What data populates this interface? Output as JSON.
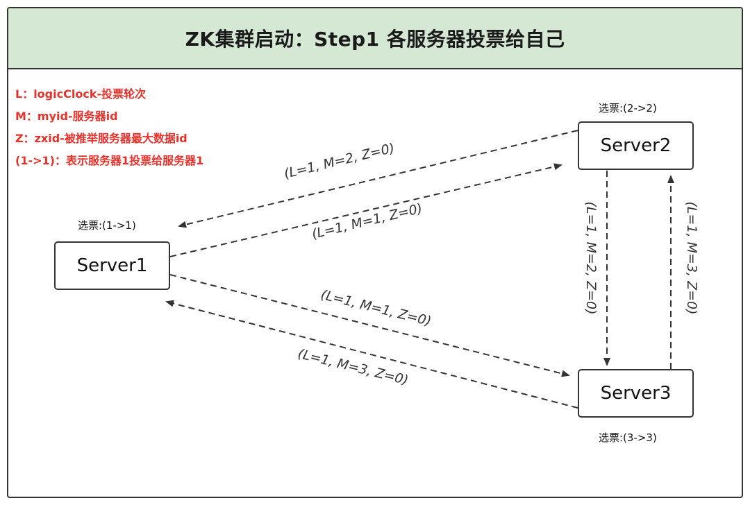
{
  "title": "ZK集群启动：Step1 各服务器投票给自己",
  "legend": [
    "L：logicClock-投票轮次",
    "M：myid-服务器id",
    "Z：zxid-被推举服务器最大数据id",
    "(1->1)：表示服务器1投票给服务器1"
  ],
  "servers": {
    "s1": {
      "name": "Server1",
      "vote": "选票:(1->1)"
    },
    "s2": {
      "name": "Server2",
      "vote": "选票:(2->2)"
    },
    "s3": {
      "name": "Server3",
      "vote": "选票:(3->3)"
    }
  },
  "messages": {
    "s2_to_s1": "(L=1, M=2, Z=0)",
    "s1_to_s2": "(L=1, M=1, Z=0)",
    "s1_to_s3": "(L=1, M=1, Z=0)",
    "s3_to_s1": "(L=1, M=3, Z=0)",
    "s2_to_s3": "(L=1, M=2, Z=0)",
    "s3_to_s2": "(L=1, M=3, Z=0)"
  },
  "colors": {
    "title_bg": "#d5e8d4",
    "legend_text": "#e8312a",
    "border": "#333333"
  }
}
